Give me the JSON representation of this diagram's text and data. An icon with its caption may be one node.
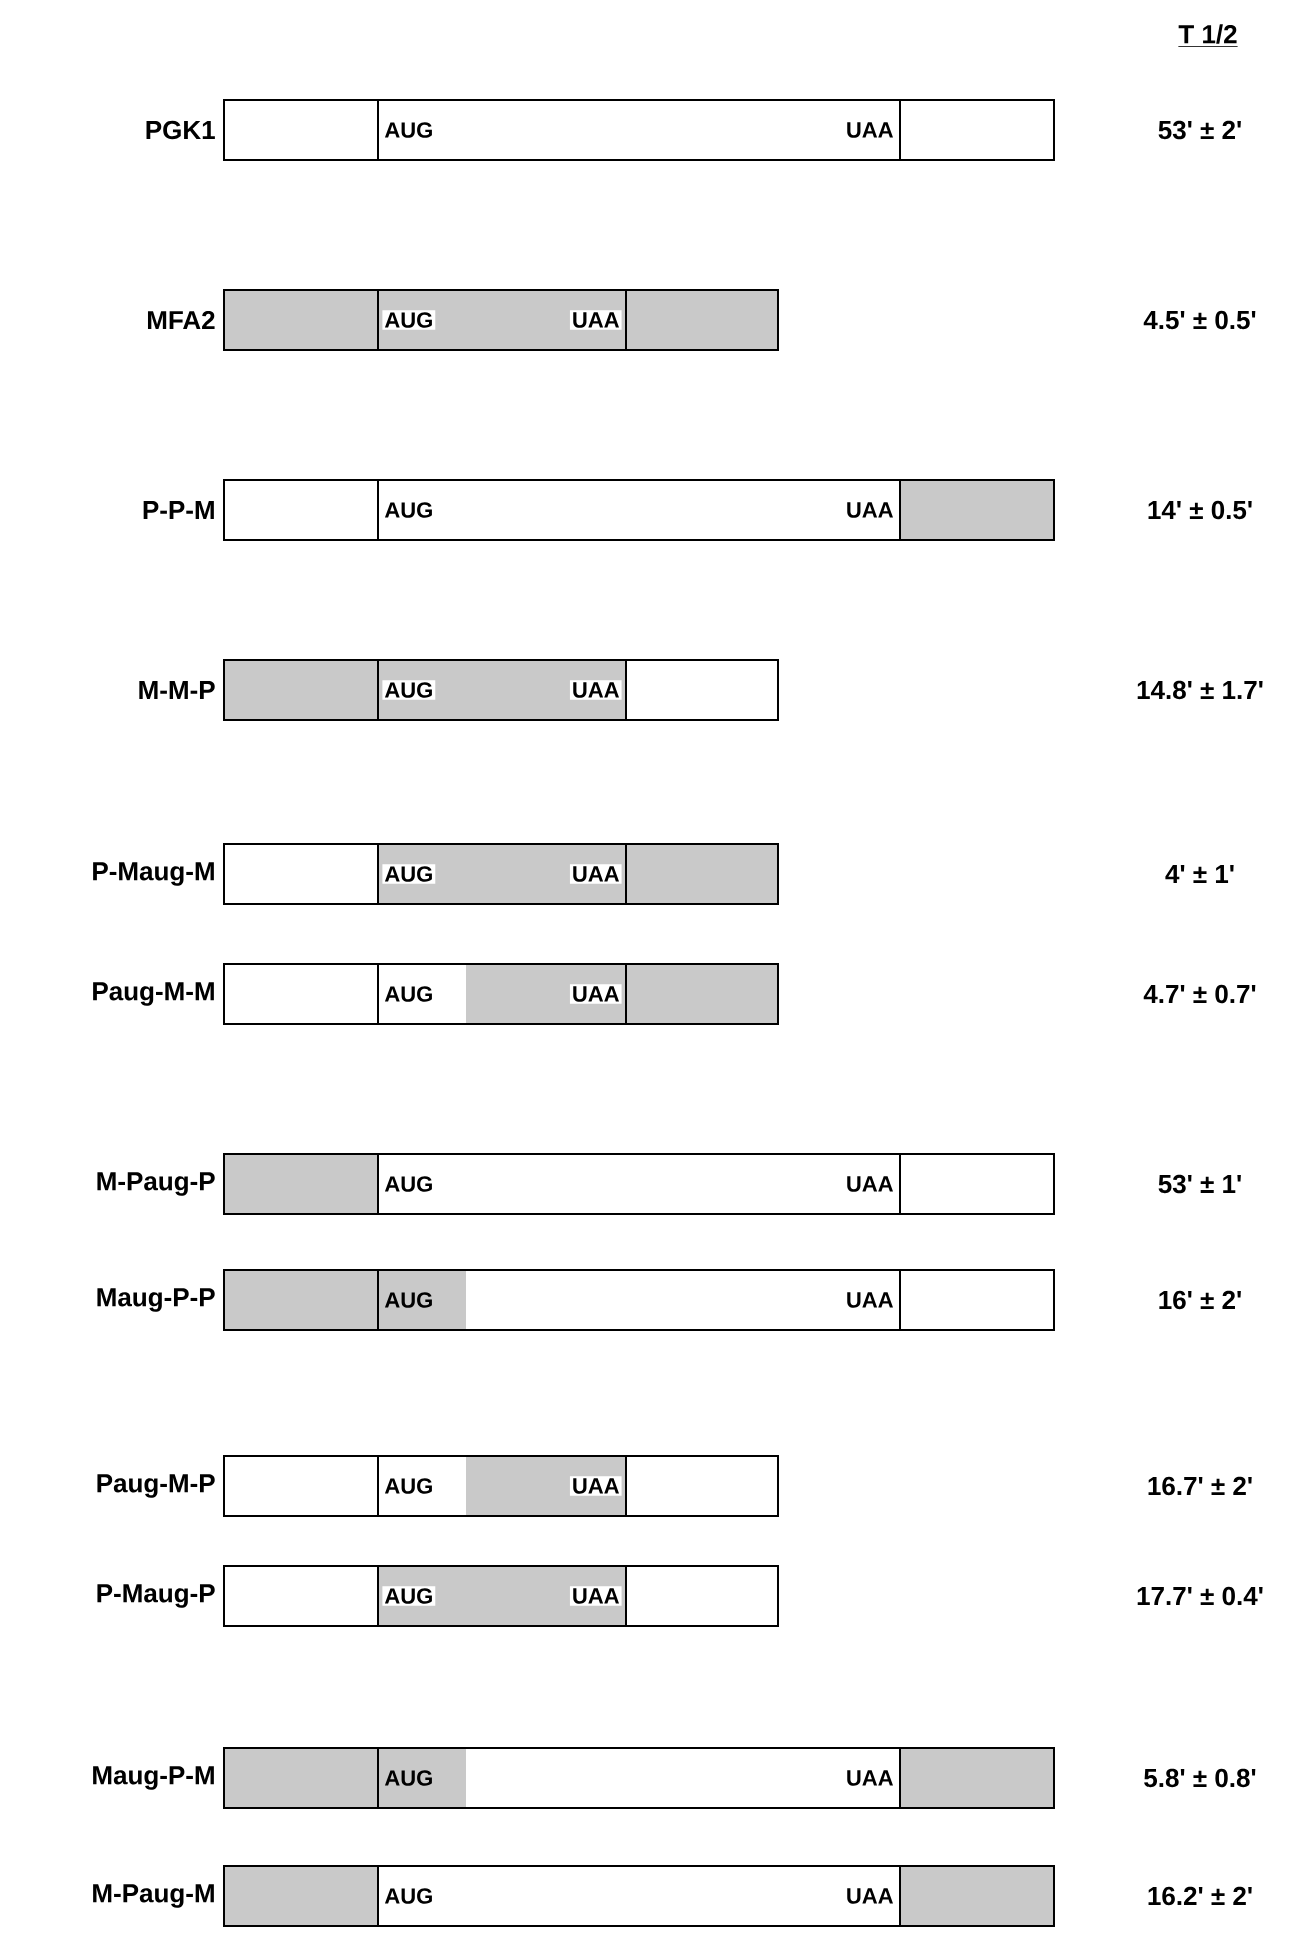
{
  "diagram": {
    "nodes": [
      {
        "text": [
          "AUG",
          "UAA"
        ],
        "beside": [
          "PGK1"
        ]
      },
      {
        "text": [
          "AUG",
          "UAA"
        ],
        "beside": [
          "MFA2"
        ]
      },
      {
        "text": [
          "AUG",
          "UAA"
        ],
        "beside": [
          "P-P-M"
        ]
      },
      {
        "text": [
          "AUG",
          "UAA"
        ],
        "beside": [
          "M-M-P"
        ]
      },
      {
        "text": [
          "AUG",
          "UAA"
        ],
        "beside": [
          "P-Maug-M"
        ]
      },
      {
        "text": [
          "AUG",
          "UAA"
        ],
        "beside": [
          "Paug-M-M"
        ]
      },
      {
        "text": [
          "AUG",
          "UAA"
        ],
        "beside": [
          "M-Paug-P"
        ]
      },
      {
        "text": [
          "AUG",
          "UAA"
        ],
        "beside": [
          "Maug-P-P"
        ]
      },
      {
        "text": [
          "AUG",
          "UAA"
        ],
        "beside": [
          "Paug-M-P"
        ]
      },
      {
        "text": [
          "AUG",
          "UAA"
        ],
        "beside": [
          "P-Maug-P"
        ]
      },
      {
        "text": [
          "AUG",
          "UAA"
        ],
        "beside": [
          "Maug-P-M"
        ]
      },
      {
        "text": [
          "AUG",
          "UAA"
        ],
        "beside": [
          "M-Paug-M"
        ]
      }
    ],
    "labels": [
      "T 1/2",
      "53' ± 2'",
      "4.5' ± 0.5'",
      "14' ± 0.5'",
      "14.8' ± 1.7'",
      "4' ± 1'",
      "4.7' ± 0.7'",
      "53' ± 1'",
      "16' ± 2'",
      "16.7' ± 2'",
      "17.7' ± 0.4'",
      "5.8' ± 0.8'",
      "16.2' ± 2'"
    ]
  }
}
